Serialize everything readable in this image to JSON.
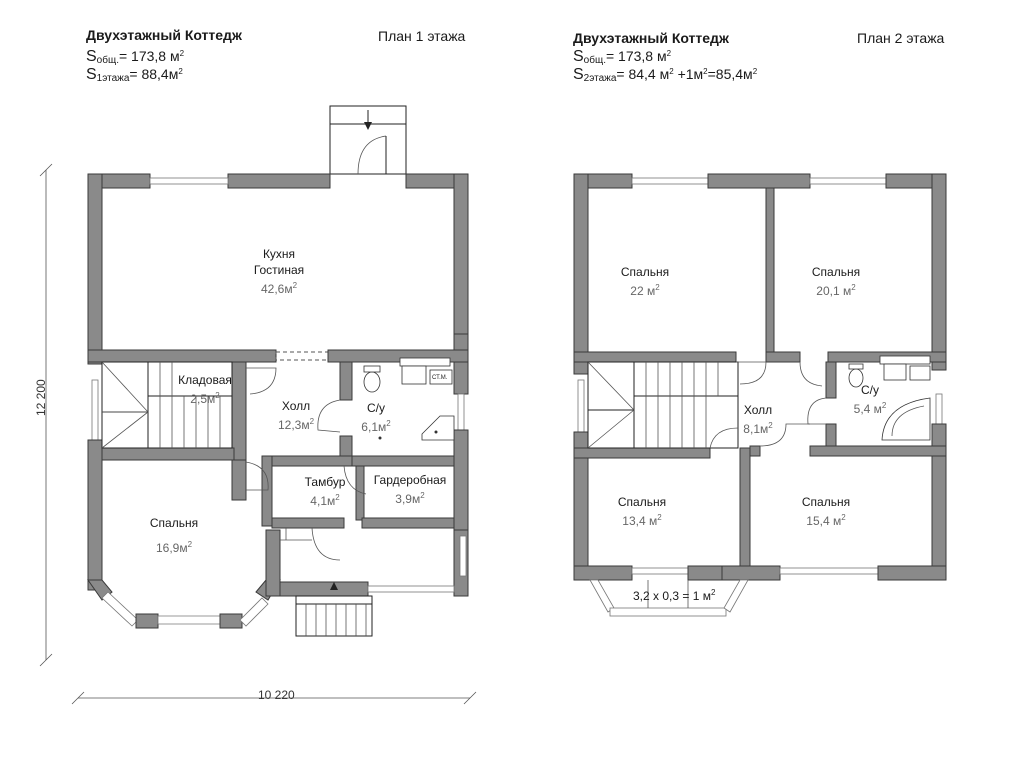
{
  "plan1": {
    "title": "Двухэтажный Коттедж",
    "plan_label": "План 1 этажа",
    "s_prefix": "S",
    "s_total_sub": "общ.",
    "s_total_value": "= 173,8 м",
    "s_floor_sub": "1этажа",
    "s_floor_value": "= 88,4м",
    "sup2": "2",
    "rooms": {
      "kitchen_name1": "Кухня",
      "kitchen_name2": "Гостиная",
      "kitchen_area": "42,6м",
      "pantry_name": "Кладовая",
      "pantry_area": "2,5м",
      "hall_name": "Холл",
      "hall_area": "12,3м",
      "bath_name": "С/у",
      "bath_area": "6,1м",
      "vestibule_name": "Тамбур",
      "vestibule_area": "4,1м",
      "wardrobe_name": "Гардеробная",
      "wardrobe_area": "3,9м",
      "bedroom_name": "Спальня",
      "bedroom_area": "16,9м"
    },
    "fixture_label": "СТ.М.",
    "dim_vertical": "12 200",
    "dim_horizontal": "10 220"
  },
  "plan2": {
    "title": "Двухэтажный Коттедж",
    "plan_label": "План 2 этажа",
    "s_prefix": "S",
    "s_total_sub": "общ.",
    "s_total_value": "= 173,8 м",
    "s_floor_sub": "2этажа",
    "s_floor_value_a": "= 84,4 м",
    "s_floor_value_b": " +1м",
    "s_floor_value_c": "=85,4м",
    "sup2": "2",
    "rooms": {
      "bed1_name": "Спальня",
      "bed1_area": "22 м",
      "bed2_name": "Спальня",
      "bed2_area": "20,1 м",
      "hall_name": "Холл",
      "hall_area": "8,1м",
      "bath_name": "С/у",
      "bath_area": "5,4 м",
      "bed3_name": "Спальня",
      "bed3_area": "13,4 м",
      "bed4_name": "Спальня",
      "bed4_area": "15,4 м",
      "balcony_label": "3,2 х 0,3 = 1 м"
    }
  }
}
